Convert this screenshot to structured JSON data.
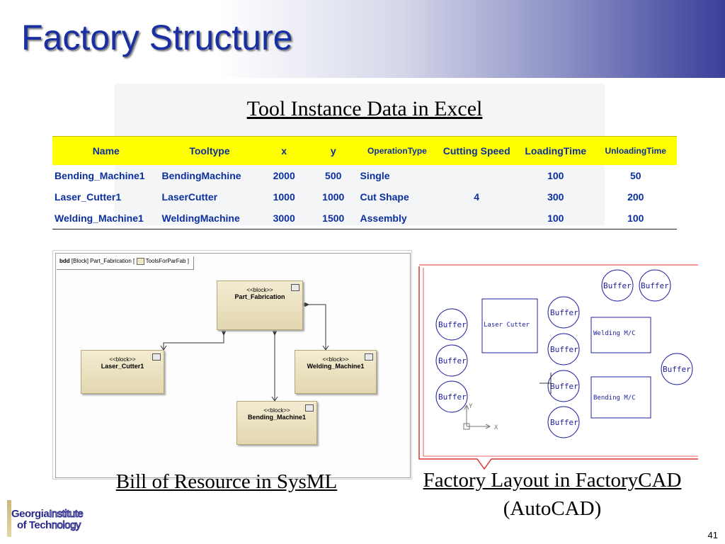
{
  "slide": {
    "title": "Factory Structure",
    "page_number": "41"
  },
  "excel": {
    "caption": "Tool Instance Data in Excel",
    "columns": [
      "Name",
      "Tooltype",
      "x",
      "y",
      "OperationType",
      "Cutting Speed",
      "LoadingTime",
      "UnloadingTime"
    ],
    "rows": [
      [
        "Bending_Machine1",
        "BendingMachine",
        "2000",
        "500",
        "Single",
        "",
        "100",
        "50"
      ],
      [
        "Laser_Cutter1",
        "LaserCutter",
        "1000",
        "1000",
        "Cut Shape",
        "4",
        "300",
        "200"
      ],
      [
        "Welding_Machine1",
        "WeldingMachine",
        "3000",
        "1500",
        "Assembly",
        "",
        "100",
        "100"
      ]
    ],
    "header_color": "#ffff00",
    "text_color": "#0b2f9e"
  },
  "sysml": {
    "caption": "Bill of Resource in SysML",
    "tab_keyword": "bdd",
    "tab_text": "[Block] Part_Fabrication [",
    "tab_package": "ToolsForParFab ]",
    "stereotype": "<<block>>",
    "blocks": {
      "root": "Part_Fabrication",
      "laser": "Laser_Cutter1",
      "welding": "Welding_Machine1",
      "bending": "Bending_Machine1"
    }
  },
  "cad": {
    "caption_line1": "Factory Layout in FactoryCAD",
    "caption_line2": "(AutoCAD)",
    "buffer_label": "Buffer",
    "laser_label": "Laser Cutter",
    "welding_label": "Welding M/C",
    "bending_label": "Bending M/C",
    "axis_x": "X",
    "axis_y": "Y",
    "boundary_color": "#e03030",
    "stroke_color": "#2020a0"
  },
  "logo": {
    "line1_bold": "Georgia",
    "line1_light": "Institute",
    "line2_bold": "of Tech",
    "line2_light": "nology"
  }
}
